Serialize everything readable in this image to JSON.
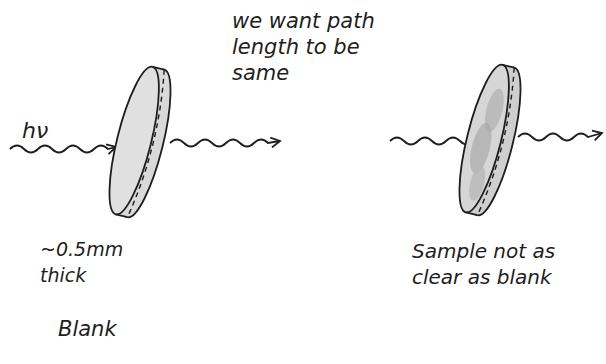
{
  "diagram": {
    "labels": [
      "we want path length to be same",
      "hν",
      "~0.5mm thick",
      "Blank",
      "Sample not as clear as blank"
    ]
  }
}
